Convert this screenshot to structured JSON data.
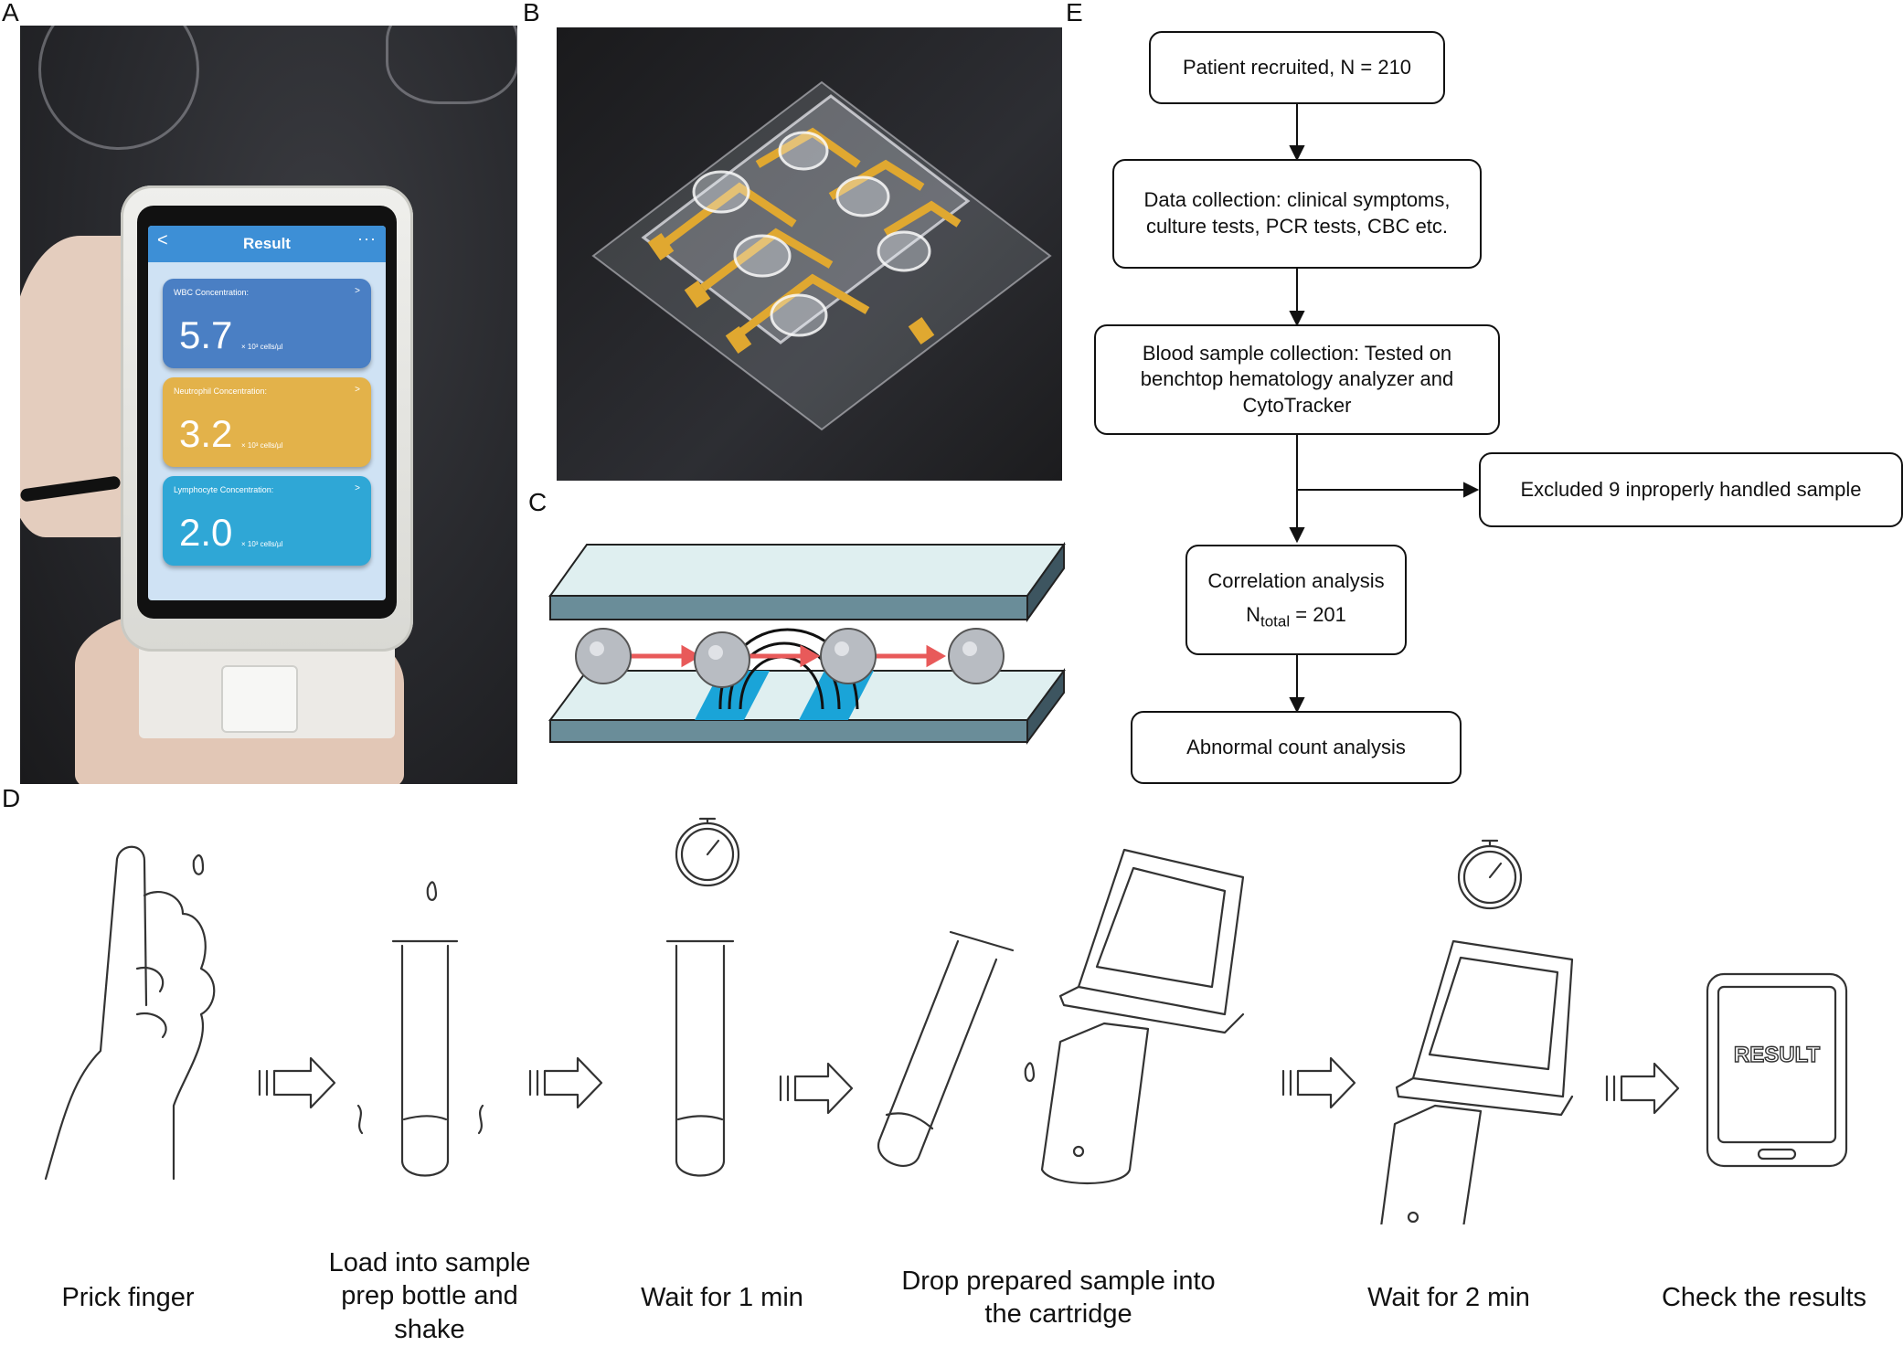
{
  "labels": {
    "a": "A",
    "b": "B",
    "c": "C",
    "d": "D",
    "e": "E"
  },
  "panel_a": {
    "screen_title": "Result",
    "back": "<",
    "more": "···",
    "cards": [
      {
        "label": "WBC Concentration:",
        "value": "5.7",
        "unit": "× 10³ cells/µl",
        "color": "#4a7fc4"
      },
      {
        "label": "Neutrophil Concentration:",
        "value": "3.2",
        "unit": "× 10³ cells/µl",
        "color": "#e3b24a"
      },
      {
        "label": "Lymphocyte Concentration:",
        "value": "2.0",
        "unit": "× 10³ cells/µl",
        "color": "#2fa7d6"
      }
    ],
    "card_arrow": ">"
  },
  "flowchart": {
    "recruited": "Patient recruited, N = 210",
    "data_collection": "Data collection: clinical symptoms, culture tests, PCR tests, CBC etc.",
    "blood_sample": "Blood sample collection: Tested on benchtop hematology analyzer and CytoTracker",
    "excluded": "Excluded 9 inproperly handled sample",
    "correlation_title": "Correlation analysis",
    "n_prefix": "N",
    "n_sub": "total",
    "n_value": " = 201",
    "abnormal": "Abnormal count analysis"
  },
  "steps": {
    "prick": "Prick finger",
    "load_1": "Load into sample",
    "load_2": "prep bottle and",
    "load_3": "shake",
    "wait1": "Wait for 1 min",
    "drop_1": "Drop prepared sample into",
    "drop_2": "the cartridge",
    "wait2": "Wait for 2 min",
    "check": "Check the results",
    "result_word": "RESULT"
  },
  "colors": {
    "electrode": "#1aa4d8",
    "arrow_red": "#e85a5a",
    "glass": "#dfeff0",
    "glass_edge": "#5b7a86",
    "gold": "#e0a830"
  }
}
